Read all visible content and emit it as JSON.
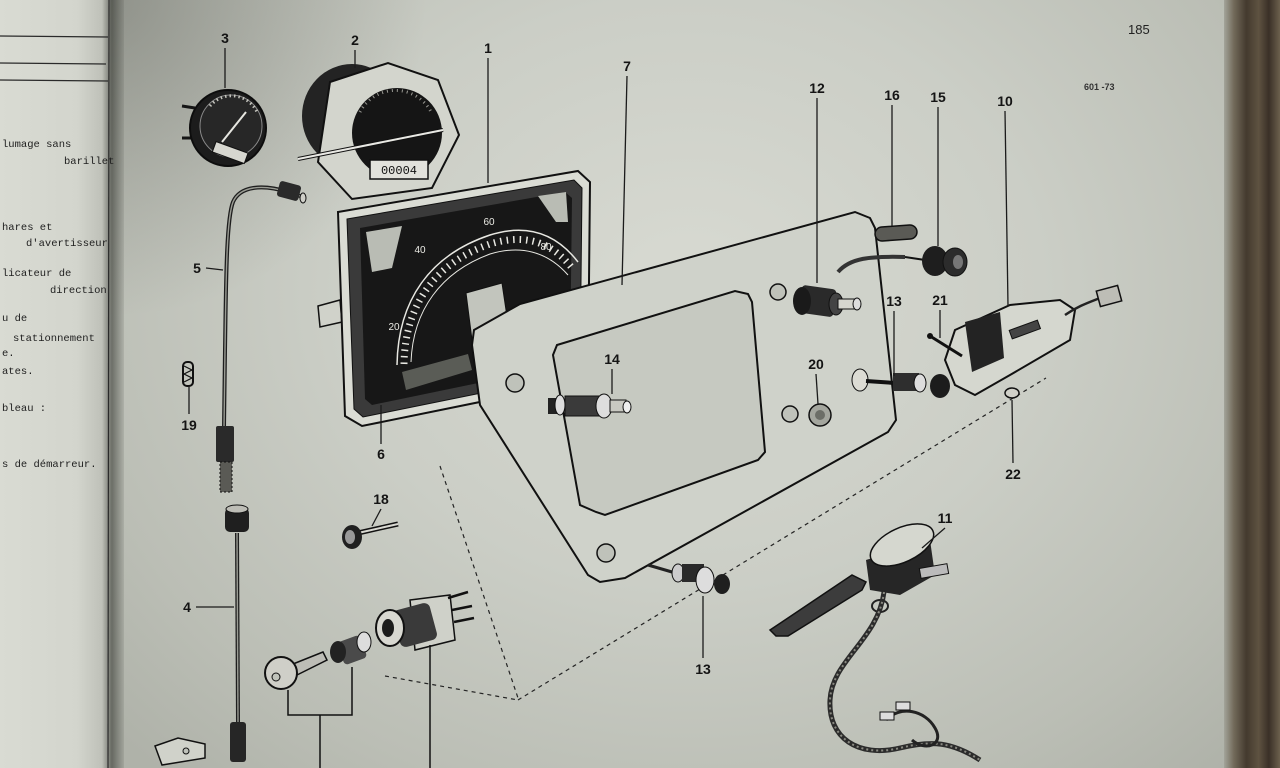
{
  "page": {
    "number": "185",
    "reference": "601 -73"
  },
  "left_page": {
    "lines": [
      "lumage sans",
      "barillet",
      "hares et",
      "d'avertisseur",
      "licateur de",
      "direction",
      "u de",
      "stationnement",
      "e.",
      "ates.",
      "bleau :",
      "s de démarreur."
    ]
  },
  "meter": {
    "odometer": "00004"
  },
  "speedometer": {
    "dial_labels": [
      "20",
      "40",
      "60",
      "80"
    ]
  },
  "callouts": [
    "1",
    "2",
    "3",
    "4",
    "5",
    "6",
    "7",
    "10",
    "11",
    "12",
    "13",
    "13",
    "14",
    "15",
    "16",
    "18",
    "19",
    "20",
    "21",
    "22"
  ]
}
